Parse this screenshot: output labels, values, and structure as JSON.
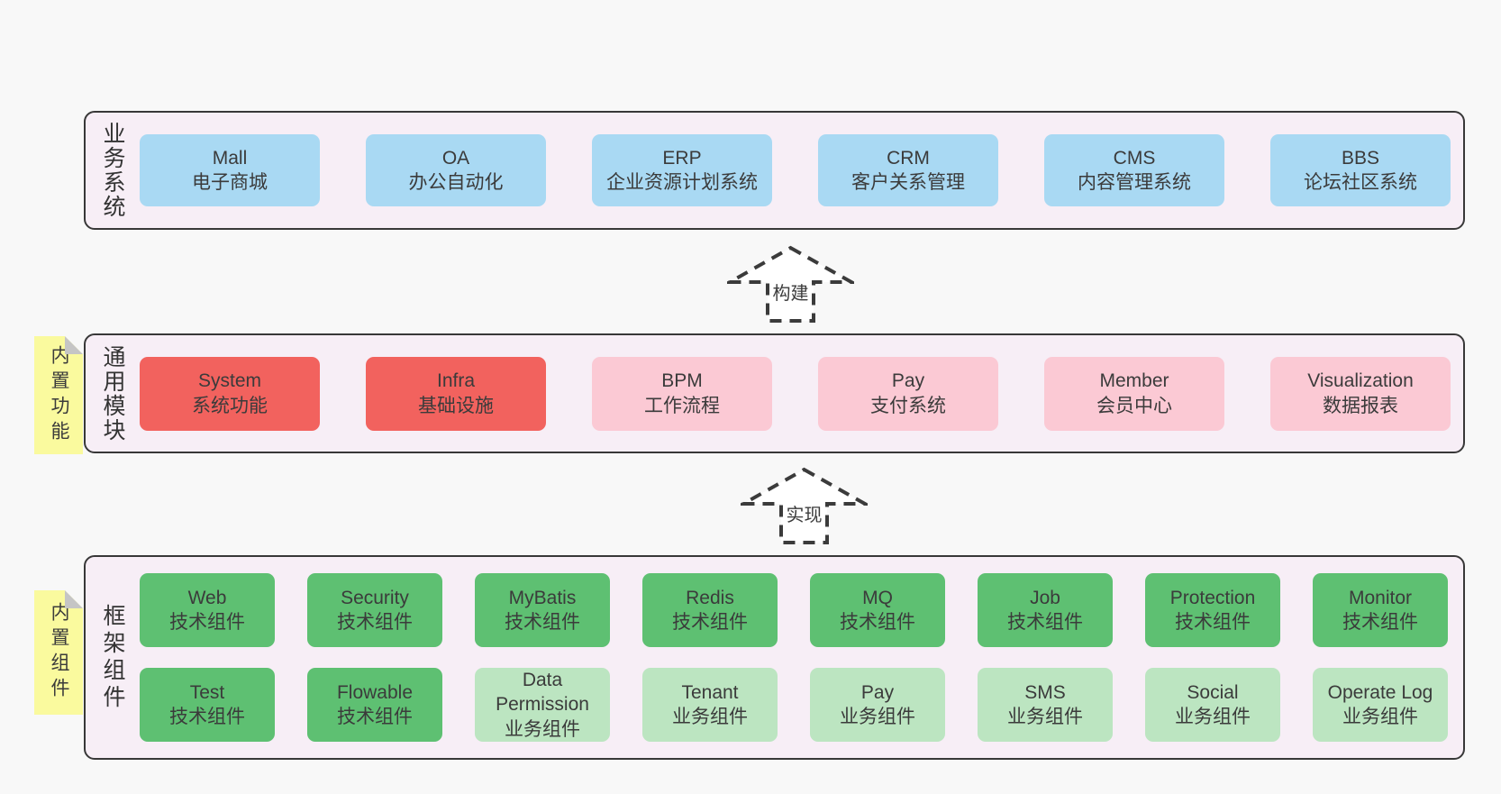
{
  "colors": {
    "page_bg": "#f8f8f8",
    "panel_bg": "#f7eef6",
    "panel_border": "#383838",
    "box_blue": "#a9d9f3",
    "box_red": "#f2625e",
    "box_pink": "#fbc9d4",
    "box_green": "#5ec072",
    "box_light_green": "#bce5c1",
    "note_yellow": "#fafa9e",
    "note_fold_gray": "#c5c5c5",
    "text": "#3b3b3b",
    "arrow_fill": "#ffffff"
  },
  "arrows": [
    {
      "label": "构建"
    },
    {
      "label": "实现"
    }
  ],
  "tiers": [
    {
      "label": "业务系统",
      "rows": [
        [
          {
            "title": "Mall",
            "subtitle": "电子商城",
            "variant": "blue"
          },
          {
            "title": "OA",
            "subtitle": "办公自动化",
            "variant": "blue"
          },
          {
            "title": "ERP",
            "subtitle": "企业资源计划系统",
            "variant": "blue"
          },
          {
            "title": "CRM",
            "subtitle": "客户关系管理",
            "variant": "blue"
          },
          {
            "title": "CMS",
            "subtitle": "内容管理系统",
            "variant": "blue"
          },
          {
            "title": "BBS",
            "subtitle": "论坛社区系统",
            "variant": "blue"
          }
        ]
      ]
    },
    {
      "label": "通用模块",
      "note": "内置功能",
      "rows": [
        [
          {
            "title": "System",
            "subtitle": "系统功能",
            "variant": "red"
          },
          {
            "title": "Infra",
            "subtitle": "基础设施",
            "variant": "red"
          },
          {
            "title": "BPM",
            "subtitle": "工作流程",
            "variant": "pink"
          },
          {
            "title": "Pay",
            "subtitle": "支付系统",
            "variant": "pink"
          },
          {
            "title": "Member",
            "subtitle": "会员中心",
            "variant": "pink"
          },
          {
            "title": "Visualization",
            "subtitle": "数据报表",
            "variant": "pink"
          }
        ]
      ]
    },
    {
      "label": "框架组件",
      "note": "内置组件",
      "rows": [
        [
          {
            "title": "Web",
            "subtitle": "技术组件",
            "variant": "green"
          },
          {
            "title": "Security",
            "subtitle": "技术组件",
            "variant": "green"
          },
          {
            "title": "MyBatis",
            "subtitle": "技术组件",
            "variant": "green"
          },
          {
            "title": "Redis",
            "subtitle": "技术组件",
            "variant": "green"
          },
          {
            "title": "MQ",
            "subtitle": "技术组件",
            "variant": "green"
          },
          {
            "title": "Job",
            "subtitle": "技术组件",
            "variant": "green"
          },
          {
            "title": "Protection",
            "subtitle": "技术组件",
            "variant": "green"
          },
          {
            "title": "Monitor",
            "subtitle": "技术组件",
            "variant": "green"
          }
        ],
        [
          {
            "title": "Test",
            "subtitle": "技术组件",
            "variant": "green"
          },
          {
            "title": "Flowable",
            "subtitle": "技术组件",
            "variant": "green"
          },
          {
            "title": "Data Permission",
            "subtitle": "业务组件",
            "variant": "lightgreen"
          },
          {
            "title": "Tenant",
            "subtitle": "业务组件",
            "variant": "lightgreen"
          },
          {
            "title": "Pay",
            "subtitle": "业务组件",
            "variant": "lightgreen"
          },
          {
            "title": "SMS",
            "subtitle": "业务组件",
            "variant": "lightgreen"
          },
          {
            "title": "Social",
            "subtitle": "业务组件",
            "variant": "lightgreen"
          },
          {
            "title": "Operate Log",
            "subtitle": "业务组件",
            "variant": "lightgreen"
          }
        ]
      ]
    }
  ]
}
